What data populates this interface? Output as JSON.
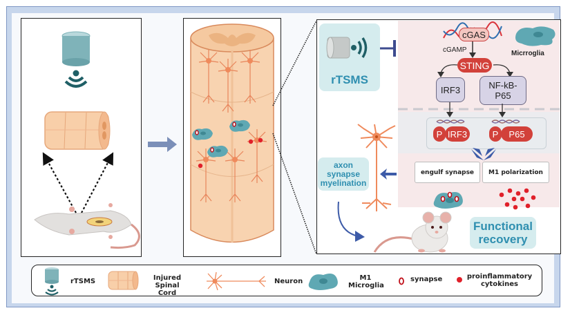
{
  "figure": {
    "panel_left": {
      "description": "rTSMS device above injured spinal cord and rat with injury site"
    },
    "panel_middle": {
      "description": "Injured spinal cord with neurons, microglia and cytokines"
    },
    "panel_right": {
      "rtsms_label": "rTSMS",
      "cgas_label": "cGAS",
      "cgamp_label": "cGAMP",
      "microglia_label": "Micrroglia",
      "sting_label": "STING",
      "irf3_label": "IRF3",
      "nfkb_label_line1": "NF-kB-",
      "nfkb_label_line2": "P65",
      "p_label": "P",
      "p_irf3_label": "IRF3",
      "p_p65_label": "P65",
      "engulf_label": "engulf synapse",
      "m1_label": "M1 polarization",
      "outcome_line1": "axon",
      "outcome_line2": "synapse",
      "outcome_line3": "myelination",
      "recovery_line1": "Functional",
      "recovery_line2": "recovery"
    },
    "legend": {
      "items": [
        {
          "icon": "rtsms-device-icon",
          "label": "rTSMS"
        },
        {
          "icon": "spinal-cord-icon",
          "label_line1": "Injured",
          "label_line2": "Spinal Cord"
        },
        {
          "icon": "neuron-icon",
          "label": "Neuron"
        },
        {
          "icon": "microglia-icon",
          "label_line1": "M1",
          "label_line2": "Microglia"
        },
        {
          "icon": "synapse-icon",
          "label": "synapse"
        },
        {
          "icon": "cytokine-icon",
          "label_line1": "proinflammatory",
          "label_line2": "cytokines"
        }
      ]
    }
  },
  "colors": {
    "frame": "#c7d6ec",
    "teal_device": "#7fb3b9",
    "wave": "#1f5f66",
    "cord": "#f6c9a4",
    "cord_stroke": "#d98a5c",
    "neuron": "#e8845a",
    "microglia": "#5fa8b3",
    "cytokine": "#e0202a",
    "sting": "#d2413a",
    "cgas": "#f4c6c0",
    "irf3_box": "#d7d3e6",
    "arrow_blue": "#3d5ba8",
    "pathway_bg": "#f7e9ea",
    "label_teal_bg": "#d5ecee",
    "label_teal_text": "#2f8fb0"
  }
}
